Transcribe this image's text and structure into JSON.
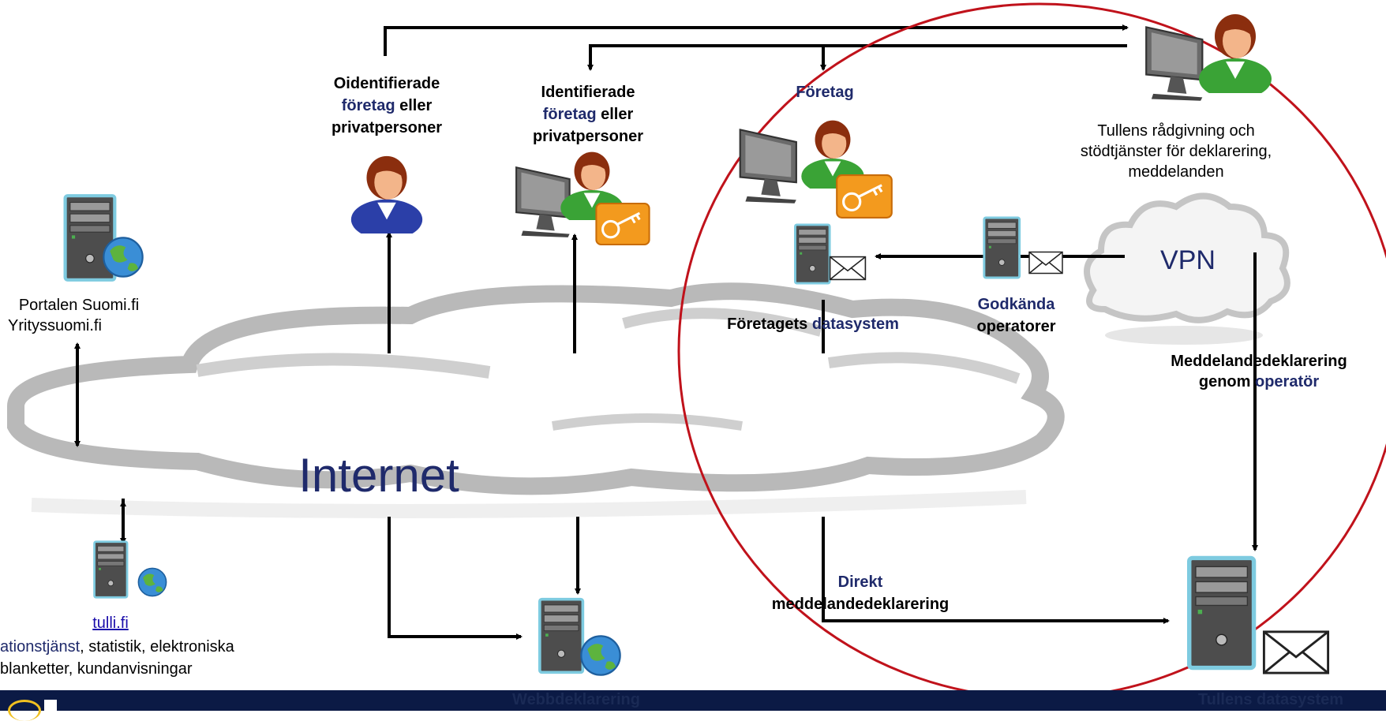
{
  "nodes": {
    "oidentifierade": {
      "line1": "Oidentifierade",
      "line2_blue": "företag",
      "line2_rest": " eller",
      "line3": "privatpersoner"
    },
    "identifierade": {
      "line1": "Identifierade",
      "line2_blue": "företag",
      "line2_rest": " eller",
      "line3": "privatpersoner"
    },
    "foretag": {
      "label": "Företag"
    },
    "tullens_radgivning": {
      "line1": "Tullens rådgivning och",
      "line2": "stödtjänster för deklarering,",
      "line3": "meddelanden"
    },
    "vpn": {
      "label": "VPN"
    },
    "portalen": {
      "line1": "Portalen Suomi.fi",
      "line2": "Yrityssuomi.fi"
    },
    "foretagets_datasystem": {
      "part1": "Företagets ",
      "part2_blue": "datasystem"
    },
    "godkanda": {
      "line1": "Godkända",
      "line2": "operatorer"
    },
    "meddelandedeklarering_operator": {
      "line1": "Meddelandedeklarering",
      "line2_a": "genom ",
      "line2_blue": "operatör"
    },
    "internet": {
      "label": "Internet"
    },
    "tulli": {
      "link": "tulli.fi",
      "line1_blue": "ationstjänst",
      "line1_rest": ", statistik, elektroniska",
      "line2": "blanketter, kundanvisningar"
    },
    "direkt": {
      "line1": "Direkt",
      "line2": "meddelandedeklarering"
    },
    "webbdeklarering": {
      "label": "Webbdeklarering"
    },
    "tullens_datasystem": {
      "label": "Tullens datasystem"
    }
  },
  "colors": {
    "accent_blue": "#1f2a6b",
    "circle_red": "#c0121b",
    "footer_navy": "#0b1a45",
    "key_orange": "#f39a1e",
    "person_green": "#3aa336",
    "person_blue": "#2b3fa8"
  },
  "icons": [
    "server-globe-icon",
    "server-mail-icon",
    "person-computer-icon",
    "person-icon",
    "key-icon",
    "cloud-icon"
  ]
}
